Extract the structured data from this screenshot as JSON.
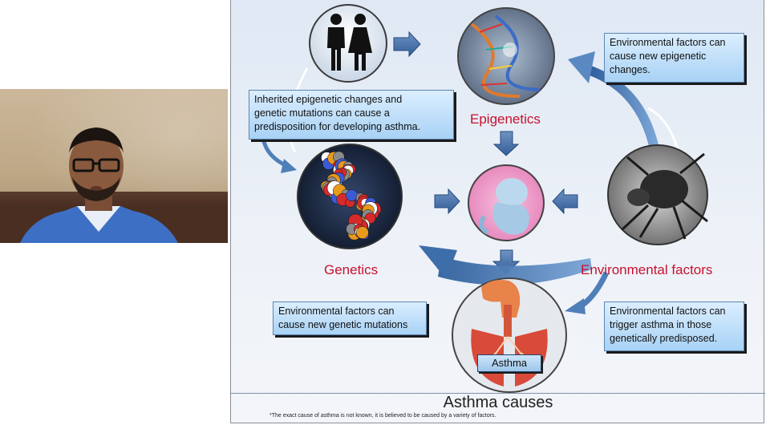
{
  "slide": {
    "title": "Asthma causes",
    "footnote": "*The exact cause of asthma is not known, it is believed to be caused by a variety of factors."
  },
  "labels": {
    "epigenetics": "Epigenetics",
    "genetics": "Genetics",
    "environmental": "Environmental factors",
    "asthma": "Asthma"
  },
  "notes": {
    "inherited": [
      "Inherited epigenetic changes and",
      "genetic mutations can cause a",
      "predisposition for developing asthma."
    ],
    "env_epigenetic": [
      "Environmental factors can",
      "cause new epigenetic",
      "changes."
    ],
    "env_genetic": [
      "Environmental factors can",
      "cause new genetic mutations"
    ],
    "env_trigger": [
      "Environmental factors can",
      "trigger asthma in those",
      "genetically predisposed."
    ]
  },
  "icons": {
    "parents": "man-woman-icon",
    "dna": "dna-helix-icon",
    "molecule": "dna-molecule-icon",
    "fetus": "fetus-icon",
    "mite": "dust-mite-icon",
    "lungs": "respiratory-system-icon"
  },
  "colors": {
    "label_red": "#c8102e",
    "arrow_blue": "#4f7fb8",
    "box_blue": "#a8d2f5"
  }
}
